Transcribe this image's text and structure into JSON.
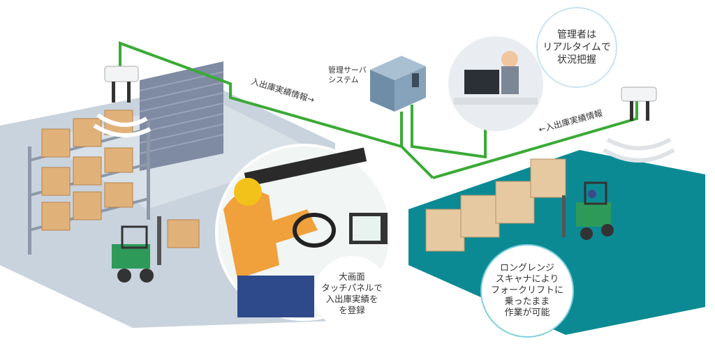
{
  "labels": {
    "server": "管理サーバ\nシステム",
    "flow_left": "入出庫実績情報",
    "flow_right": "入出庫実績情報",
    "manager_bubble": "管理者は\nリアルタイムで\n状況把握",
    "longrange_note": "ロングレンジ\nスキャナにより\nフォークリフトに\n乗ったまま\n作業が可能",
    "touch_note": "大画面\nタッチパネルで\n入出庫実績を\nを登録"
  },
  "colors": {
    "network_line": "#3aaa35",
    "teal_floor": "#0b8a94",
    "gray_floor": "#c9d3dd",
    "box": "#e0b27a",
    "forklift": "#2e9a5a",
    "server": "#6f8da6"
  }
}
